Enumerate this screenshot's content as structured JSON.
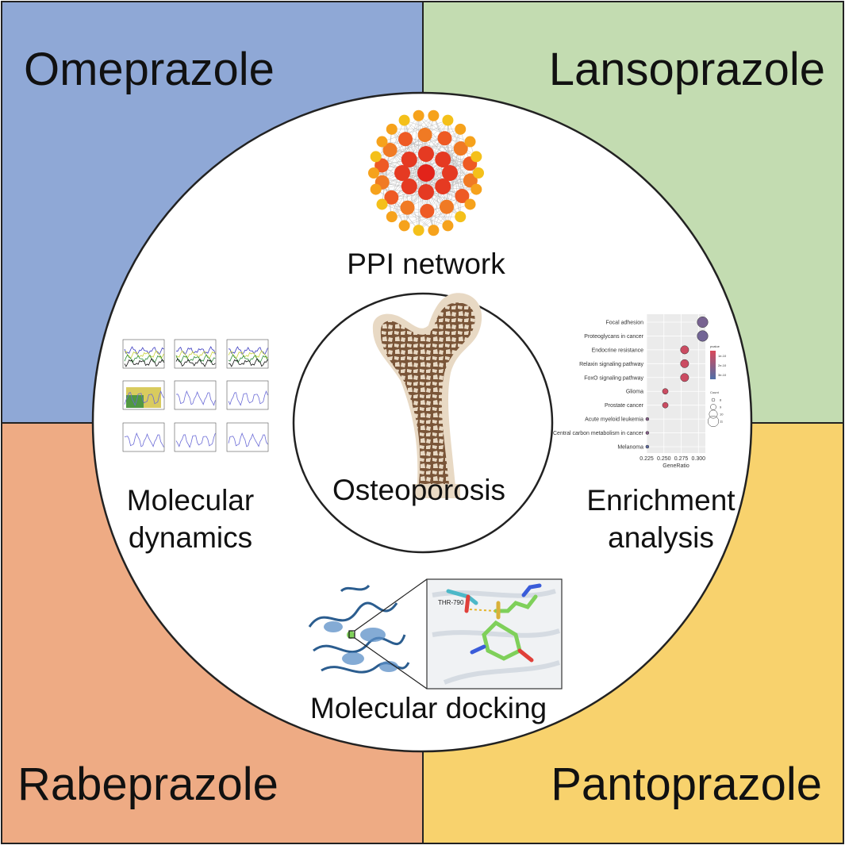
{
  "quadrants": [
    {
      "label": "Omeprazole",
      "color": "#8fa8d6"
    },
    {
      "label": "Lansoprazole",
      "color": "#c3dcb1"
    },
    {
      "label": "Rabeprazole",
      "color": "#eeab84"
    },
    {
      "label": "Pantoprazole",
      "color": "#f8d26d"
    }
  ],
  "center_label": "Osteoporosis",
  "sections": {
    "ppi": "PPI network",
    "dynamics_line1": "Molecular",
    "dynamics_line2": "dynamics",
    "enrichment_line1": "Enrichment",
    "enrichment_line2": "analysis",
    "docking": "Molecular docking",
    "residue_label": "THR-790"
  },
  "enrichment_chart": {
    "type": "scatter",
    "xlabel": "GeneRatio",
    "x_ticks": [
      "0.225",
      "0.250",
      "0.275",
      "0.300"
    ],
    "xlim": [
      0.225,
      0.31
    ],
    "terms": [
      {
        "term": "Focal adhesion",
        "gene_ratio": 0.306,
        "count": 11,
        "pvalue_level": 0.7
      },
      {
        "term": "Proteoglycans in cancer",
        "gene_ratio": 0.306,
        "count": 11,
        "pvalue_level": 0.75
      },
      {
        "term": "Endocrine resistance",
        "gene_ratio": 0.28,
        "count": 10,
        "pvalue_level": 0.1
      },
      {
        "term": "Relaxin signaling pathway",
        "gene_ratio": 0.28,
        "count": 10,
        "pvalue_level": 0.1
      },
      {
        "term": "FoxO signaling pathway",
        "gene_ratio": 0.28,
        "count": 10,
        "pvalue_level": 0.1
      },
      {
        "term": "Glioma",
        "gene_ratio": 0.252,
        "count": 9,
        "pvalue_level": 0.1
      },
      {
        "term": "Prostate cancer",
        "gene_ratio": 0.252,
        "count": 9,
        "pvalue_level": 0.1
      },
      {
        "term": "Acute myeloid leukemia",
        "gene_ratio": 0.226,
        "count": 8,
        "pvalue_level": 0.6
      },
      {
        "term": "Central carbon metabolism in cancer",
        "gene_ratio": 0.226,
        "count": 8,
        "pvalue_level": 0.6
      },
      {
        "term": "Melanoma",
        "gene_ratio": 0.226,
        "count": 8,
        "pvalue_level": 0.9
      }
    ],
    "legend_pvalue_title": "pvalue",
    "legend_pvalue_ticks": [
      "1e-10",
      "2e-10",
      "3e-10"
    ],
    "legend_count_title": "Count",
    "legend_count_values": [
      "8",
      "9",
      "10",
      "11"
    ],
    "low_color": "#d9485a",
    "high_color": "#4f6fa8"
  }
}
